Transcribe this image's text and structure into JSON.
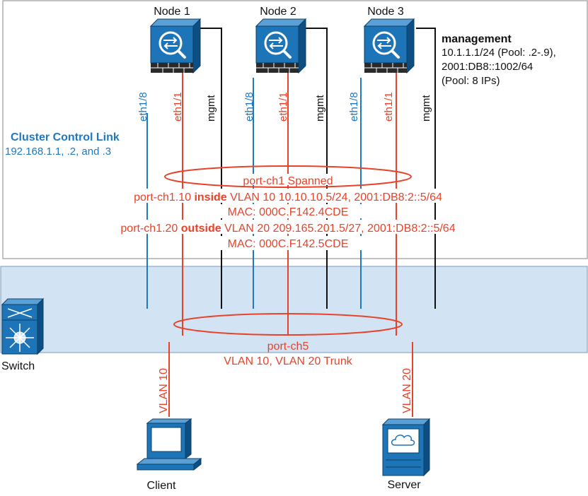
{
  "nodes": [
    {
      "label": "Node 1"
    },
    {
      "label": "Node 2"
    },
    {
      "label": "Node 3"
    }
  ],
  "port_labels": {
    "ccl": "eth1/8",
    "data": "eth1/1",
    "mgmt": "mgmt"
  },
  "management": {
    "title": "management",
    "line1": "10.1.1.1/24 (Pool: .2-.9),",
    "line2": "2001:DB8::1002/64",
    "line3": "(Pool: 8 IPs)"
  },
  "ccl": {
    "title": "Cluster Control Link",
    "subtitle": "192.168.1.1, .2, and .3"
  },
  "port_ch1": {
    "label": "port-ch1 Spanned"
  },
  "inside": {
    "prefix": "port-ch1.10 ",
    "keyword": "inside",
    "suffix": " VLAN 10 10.10.10.5/24, 2001:DB8:2::5/64",
    "mac": "MAC: 000C.F142.4CDE"
  },
  "outside": {
    "prefix": "port-ch1.20 ",
    "keyword": "outside",
    "suffix": " VLAN 20 209.165.201.5/27, 2001:DB8:2::5/64",
    "mac": "MAC: 000C.F142.5CDE"
  },
  "port_ch5": {
    "label": "port-ch5",
    "trunk": "VLAN 10, VLAN 20 Trunk"
  },
  "switch": {
    "label": "Switch"
  },
  "client": {
    "label": "Client",
    "vlan": "VLAN 10"
  },
  "server": {
    "label": "Server",
    "vlan": "VLAN 20"
  },
  "colors": {
    "ccl": "#1f78c0",
    "data": "#e8432a",
    "mgmt": "#111111",
    "switch_band": "#d2e4f4",
    "device": "#1d75b8"
  }
}
